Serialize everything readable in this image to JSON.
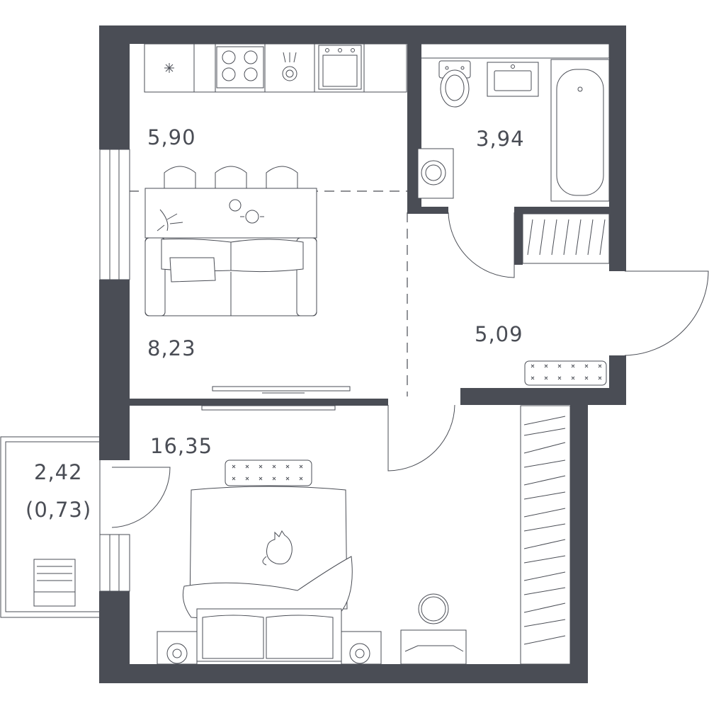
{
  "colors": {
    "wall": "#4a4d55",
    "line": "#4a4d55",
    "background": "#ffffff"
  },
  "rooms": {
    "kitchen": {
      "area": "5,90"
    },
    "bathroom": {
      "area": "3,94"
    },
    "living": {
      "area": "8,23"
    },
    "hallway": {
      "area": "5,09"
    },
    "bedroom": {
      "area": "16,35"
    },
    "balcony": {
      "area": "2,42",
      "reduced_area": "(0,73)"
    }
  },
  "icons": [
    "stove-icon",
    "sink-icon",
    "toilet-icon",
    "bathtub-icon",
    "washing-machine-icon",
    "bed-icon",
    "sofa-icon",
    "cat-icon",
    "tv-icon",
    "lamp-icon",
    "chair-icon",
    "radiator-icon"
  ]
}
